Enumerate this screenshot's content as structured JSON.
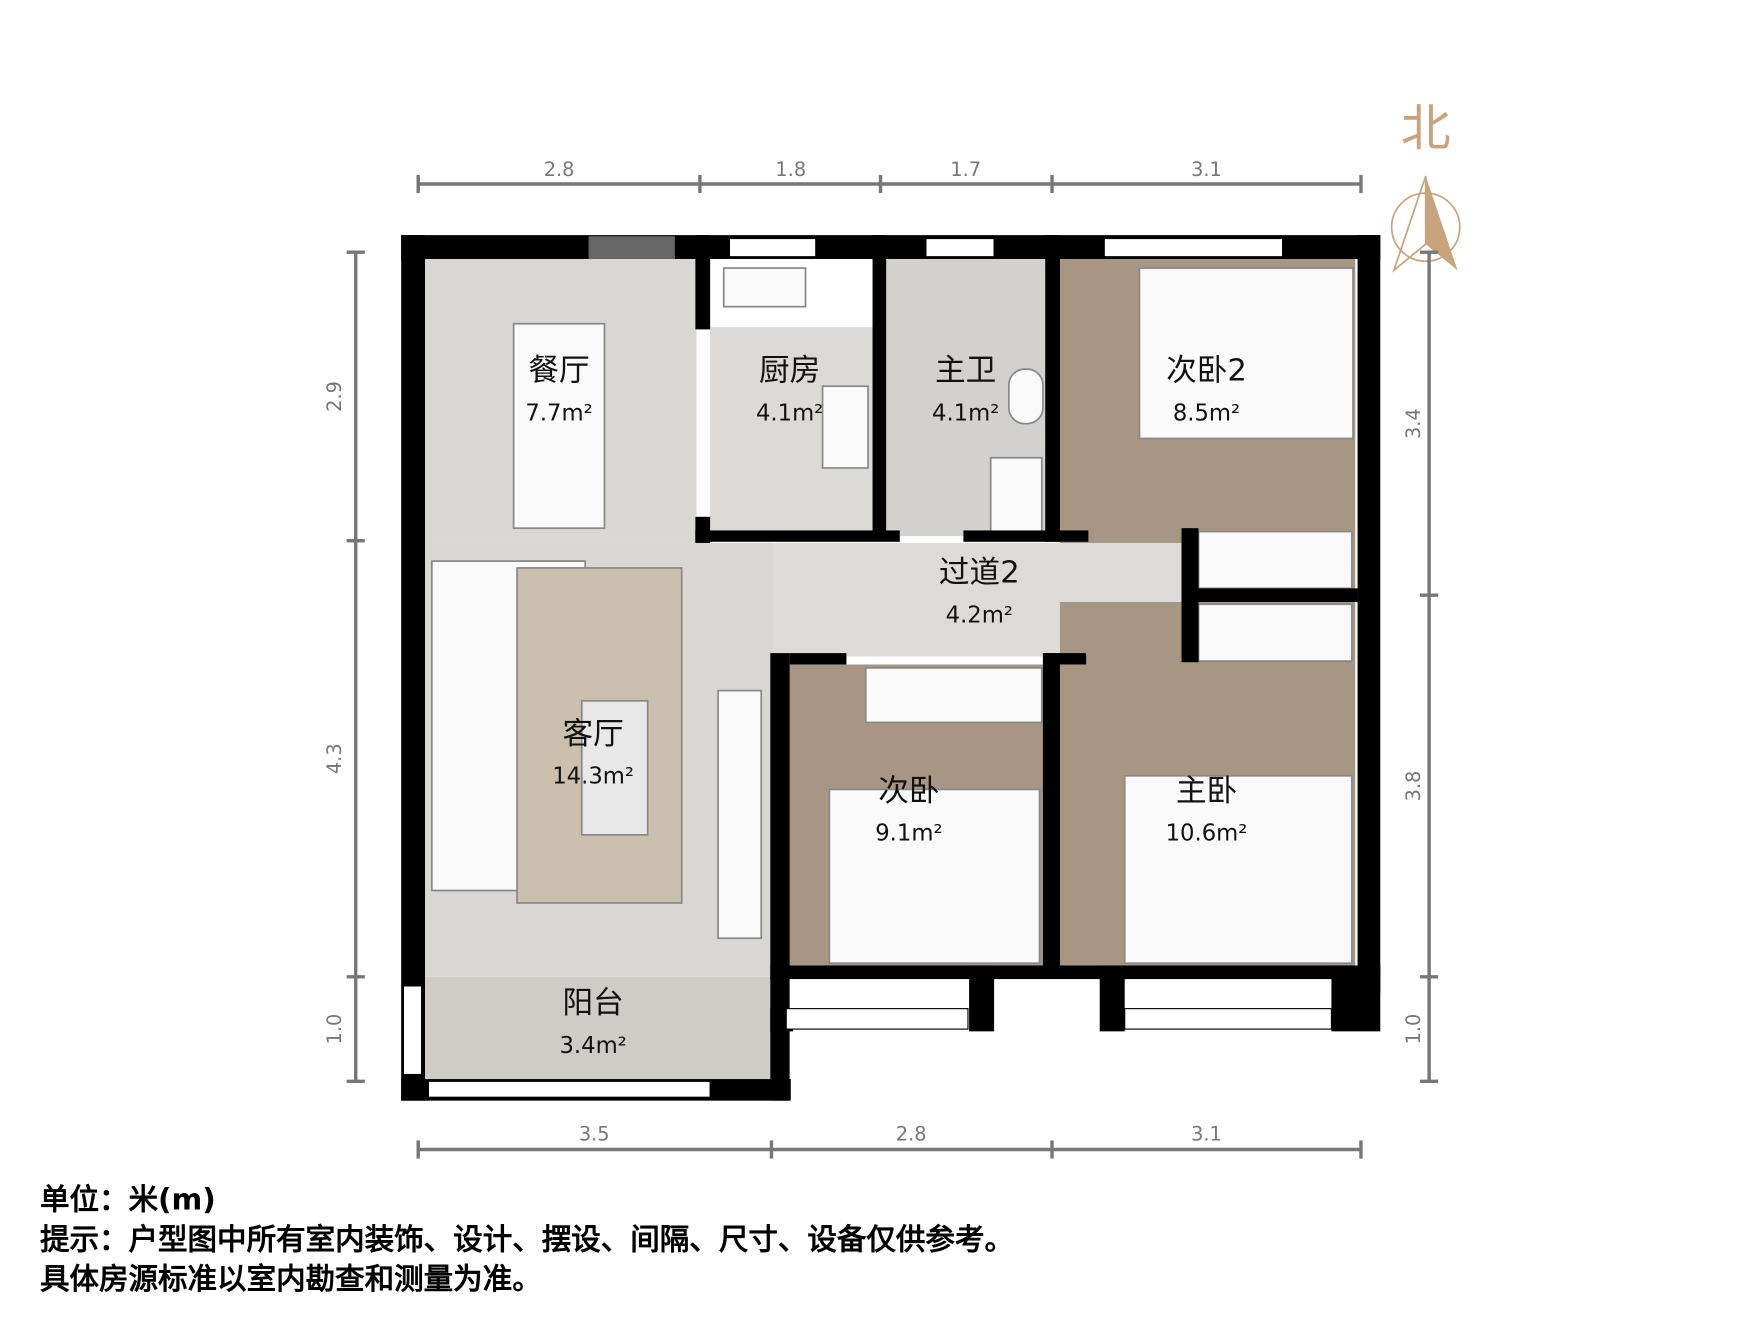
{
  "north": {
    "label": "北",
    "color": "#c8a47e"
  },
  "rooms": [
    {
      "name": "餐厅",
      "area": "7.7m²"
    },
    {
      "name": "厨房",
      "area": "4.1m²"
    },
    {
      "name": "主卫",
      "area": "4.1m²"
    },
    {
      "name": "次卧2",
      "area": "8.5m²"
    },
    {
      "name": "过道2",
      "area": "4.2m²"
    },
    {
      "name": "客厅",
      "area": "14.3m²"
    },
    {
      "name": "次卧",
      "area": "9.1m²"
    },
    {
      "name": "主卧",
      "area": "10.6m²"
    },
    {
      "name": "阳台",
      "area": "3.4m²"
    }
  ],
  "dimensions": {
    "top": [
      "2.8",
      "1.8",
      "1.7",
      "3.1"
    ],
    "bottom": [
      "3.5",
      "2.8",
      "3.1"
    ],
    "left": [
      "2.9",
      "4.3",
      "1.0"
    ],
    "right": [
      "3.4",
      "3.8",
      "1.0"
    ]
  },
  "notes": {
    "unit": "单位：米(m)",
    "hint": "提示：户型图中所有室内装饰、设计、摆设、间隔、尺寸、设备仅供参考。",
    "standard": "具体房源标准以室内勘查和测量为准。"
  }
}
